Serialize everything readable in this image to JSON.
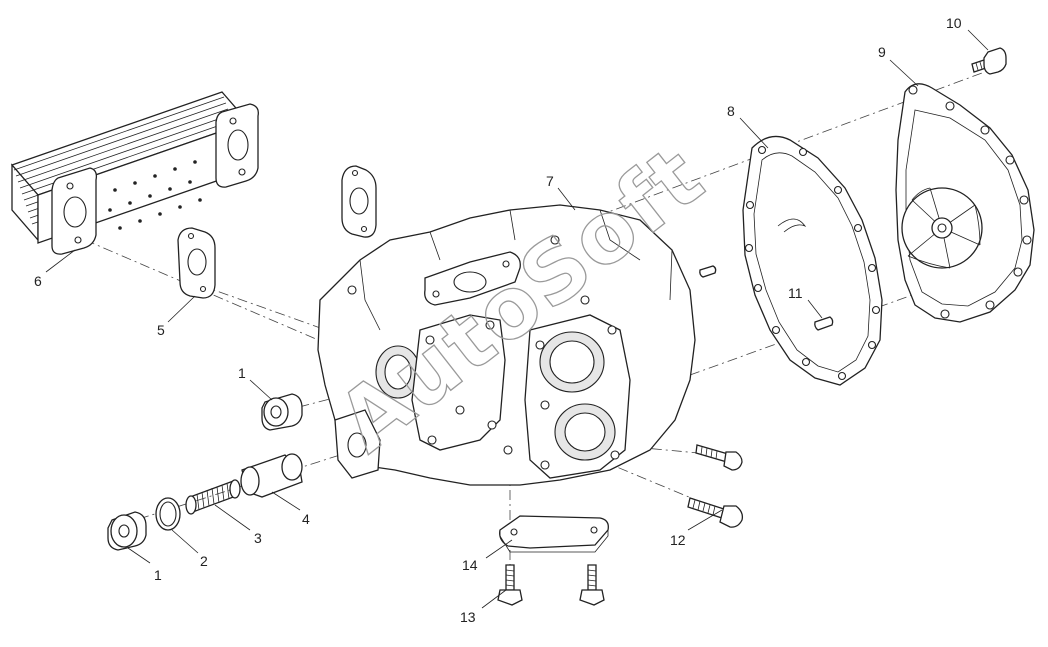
{
  "watermark": "AutoSoft",
  "callouts": [
    {
      "id": "c1a",
      "label": "1"
    },
    {
      "id": "c1b",
      "label": "1"
    },
    {
      "id": "c2",
      "label": "2"
    },
    {
      "id": "c3",
      "label": "3"
    },
    {
      "id": "c4",
      "label": "4"
    },
    {
      "id": "c5",
      "label": "5"
    },
    {
      "id": "c6",
      "label": "6"
    },
    {
      "id": "c7",
      "label": "7"
    },
    {
      "id": "c8",
      "label": "8"
    },
    {
      "id": "c9",
      "label": "9"
    },
    {
      "id": "c10",
      "label": "10"
    },
    {
      "id": "c11",
      "label": "11"
    },
    {
      "id": "c12",
      "label": "12"
    },
    {
      "id": "c13",
      "label": "13"
    },
    {
      "id": "c14",
      "label": "14"
    }
  ]
}
